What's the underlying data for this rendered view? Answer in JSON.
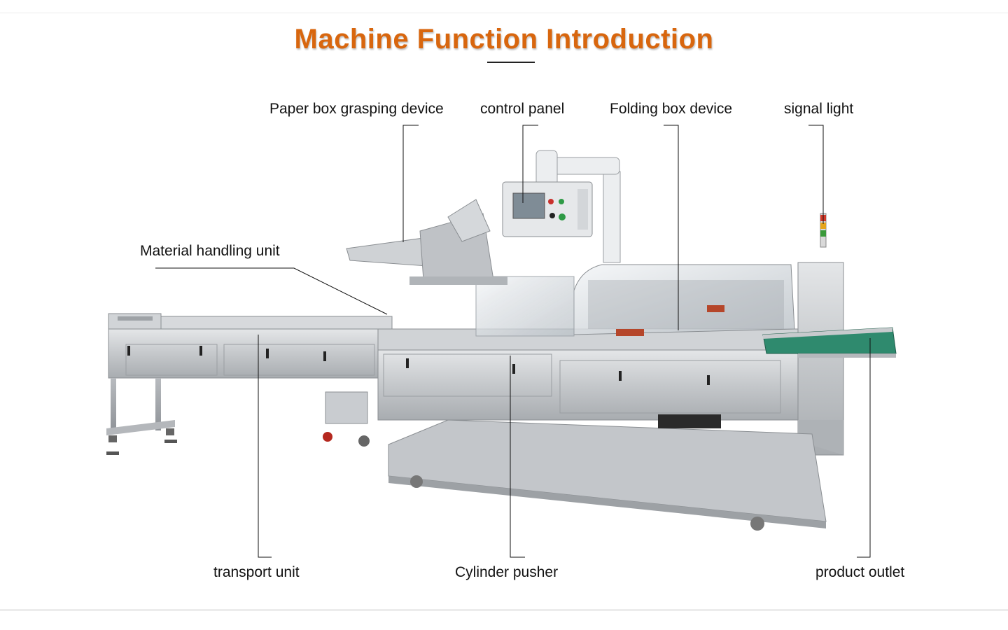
{
  "title": "Machine Function Introduction",
  "colors": {
    "title": "#d8660e",
    "text": "#111111",
    "steel": "#c9cccf",
    "belt": "#2f8a6e"
  },
  "labels": {
    "paper_box_grasping": "Paper box grasping device",
    "control_panel": "control panel",
    "folding_box": "Folding box device",
    "signal_light": "signal light",
    "material_handling": "Material handling unit",
    "transport_unit": "transport unit",
    "cylinder_pusher": "Cylinder pusher",
    "product_outlet": "product outlet"
  }
}
